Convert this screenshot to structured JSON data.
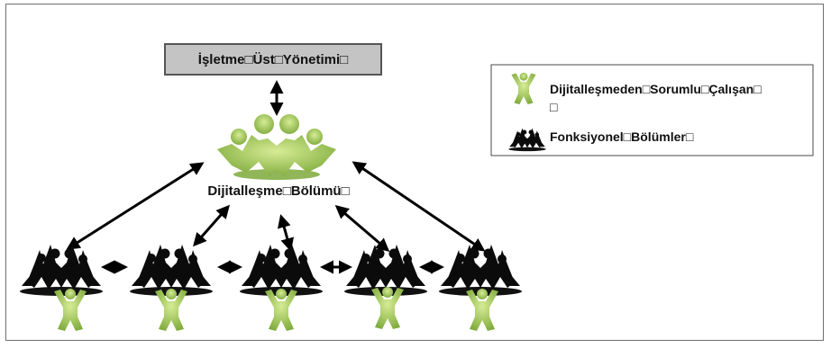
{
  "diagram": {
    "top_box": "İşletme□Üst□Yönetimi□",
    "center_label": "Dijitalleşme□Bölümü□",
    "legend": {
      "line1": "Dijitalleşmeden□Sorumlu□Çalışan□",
      "line2": "□",
      "line3": "Fonksiyonel□Bölümler□"
    },
    "icons": [
      "green-person-icon",
      "black-group-icon",
      "green-team-icon",
      "double-arrow-icon"
    ],
    "colors": {
      "green_light": "#b5d36a",
      "green_dark": "#6e9a2b",
      "black": "#0b0b0b",
      "box_gray": "#c4c4c4"
    },
    "functional_units": [
      "unit-1",
      "unit-2",
      "unit-3",
      "unit-4",
      "unit-5"
    ]
  }
}
